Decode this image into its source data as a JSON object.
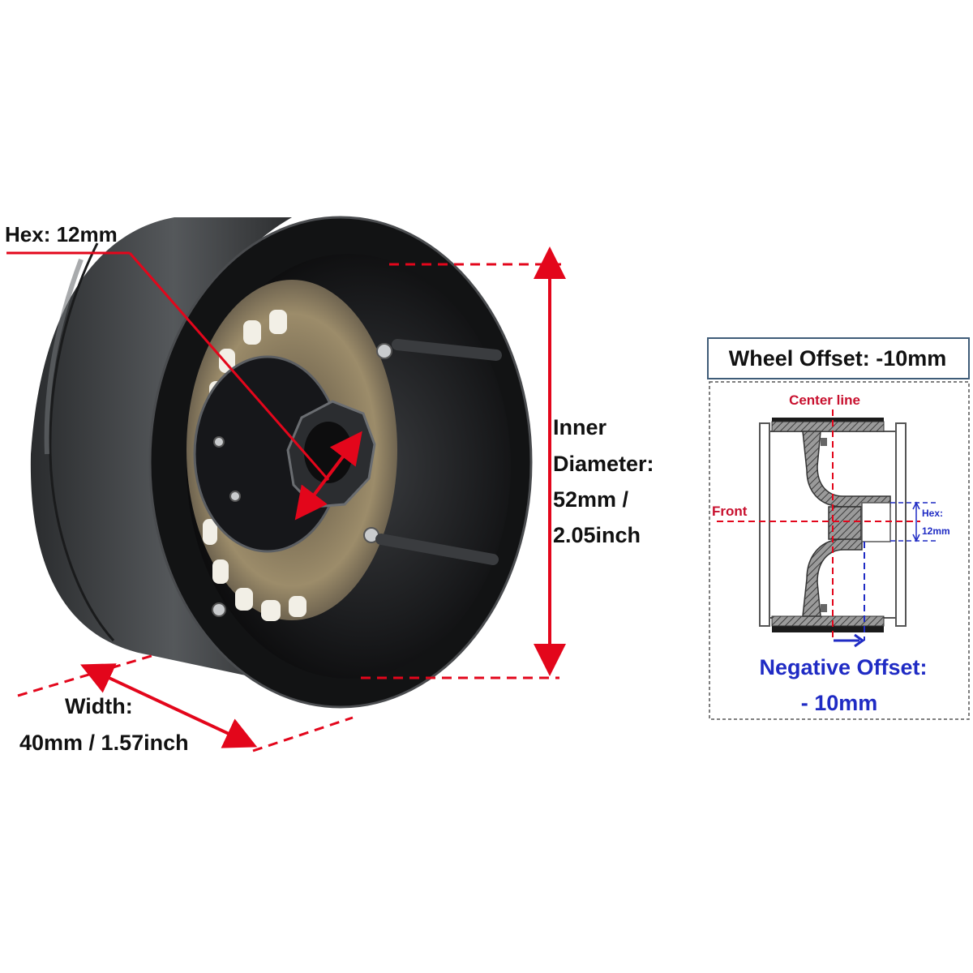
{
  "colors": {
    "accent_red": "#e3061b",
    "accent_blue": "#1f2bc4",
    "frame_blue": "#3f5c78",
    "wheel_dark": "#1e2022",
    "metal_gold": "#8a7a5e",
    "hatch_gray": "#6b6b6b"
  },
  "photo_labels": {
    "hex": "Hex: 12mm",
    "inner_line1": "Inner",
    "inner_line2": "Diameter:",
    "inner_line3": "52mm /",
    "inner_line4": "2.05inch",
    "width_line1": "Width:",
    "width_line2": "40mm / 1.57inch"
  },
  "offset_panel": {
    "title": "Wheel Offset: -10mm",
    "center_line": "Center line",
    "front": "Front",
    "hex_line1": "Hex:",
    "hex_line2": "12mm",
    "negative_line1": "Negative Offset:",
    "negative_line2": "- 10mm"
  },
  "icons": [
    "wheel-photo",
    "wheel-cross-section-icon",
    "double-arrow-icon",
    "offset-arrow-icon"
  ]
}
